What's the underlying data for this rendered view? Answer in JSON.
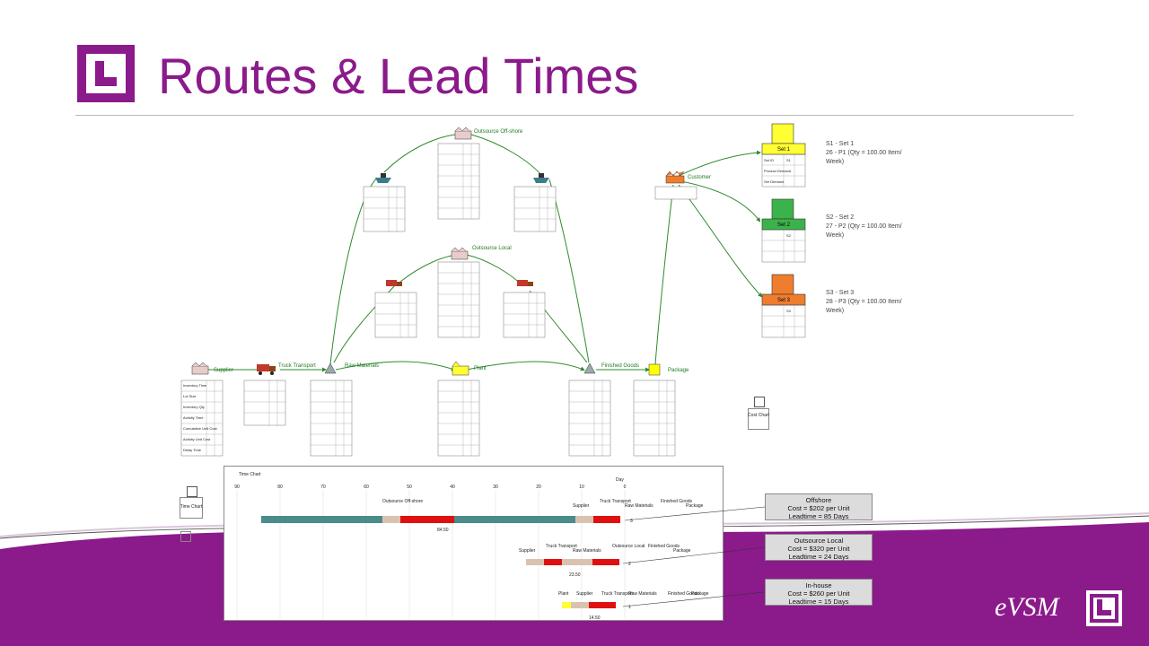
{
  "slide": {
    "title": "Routes & Lead Times",
    "brand": "eVSM"
  },
  "colors": {
    "accent_purple": "#8b1a8b",
    "flow_green": "#2e8b2e",
    "bar_teal": "#4a8c8c",
    "bar_red": "#e01010",
    "bar_tan": "#d9c3b0",
    "set1_yellow": "#ffff33",
    "set2_green": "#3cb34a",
    "set3_orange": "#ef7d2e"
  },
  "nodes": {
    "supplier": "Supplier",
    "truck_transport": "Truck Transport",
    "raw_materials": "Raw Materials",
    "plant": "Plant",
    "finished_goods": "Finished Goods",
    "package": "Package",
    "outsource_offshore": "Outsource Off-shore",
    "outsource_local": "Outsource Local",
    "customer": "Customer",
    "cost_chart": "Cost Chart",
    "time_chart_icon": "Time Chart"
  },
  "row_labels": {
    "inventory_time": "Inventory Time",
    "lot_size": "Lot Size",
    "inventory_qty": "Inventory Qty",
    "activity_time": "Activity Time",
    "cumulative_unit_cost": "Cumulative Unit Cost",
    "activity_unit_cost": "Activity Unit Cost",
    "delay_time": "Delay Time",
    "set_id": "Set ID",
    "product_demand": "Product Demand",
    "set_demand": "Set Demand"
  },
  "sets": [
    {
      "name": "Set 1",
      "id": "S1",
      "note_line1": "S1 - Set 1",
      "note_line2": "26 - P1 (Qty = 100.00 Item/",
      "note_line3": "Week)"
    },
    {
      "name": "Set 2",
      "id": "S2",
      "note_line1": "S2 - Set 2",
      "note_line2": "27 - P2 (Qty = 100.00 Item/",
      "note_line3": "Week)"
    },
    {
      "name": "Set 3",
      "id": "S3",
      "note_line1": "S3 - Set 3",
      "note_line2": "28 - P3 (Qty = 100.00 Item/",
      "note_line3": "Week)"
    }
  ],
  "callouts": [
    {
      "route": "Offshore",
      "cost": "Cost = $202 per Unit",
      "leadtime": "Leadtime = 85 Days"
    },
    {
      "route": "Outsource Local",
      "cost": "Cost = $320 per Unit",
      "leadtime": "Leadtime = 24 Days"
    },
    {
      "route": "In-house",
      "cost": "Cost = $260 per Unit",
      "leadtime": "Leadtime = 15 Days"
    }
  ],
  "time_chart": {
    "title": "Time Chart",
    "axis_label": "Day",
    "ticks": [
      "90",
      "80",
      "70",
      "60",
      "50",
      "40",
      "30",
      "20",
      "10",
      "0"
    ],
    "route1": {
      "number": "3",
      "labels": [
        "Outsource Off-shore",
        "Supplier",
        "Truck Transport",
        "Raw Materials",
        "Finished Goods",
        "Package"
      ],
      "mid_value": "84.50"
    },
    "route2": {
      "number": "2",
      "labels": [
        "Supplier",
        "Truck Transport",
        "Raw Materials",
        "Outsource Local",
        "Finished Goods",
        "Package"
      ],
      "mid_value": "23.50"
    },
    "route3": {
      "number": "1",
      "labels": [
        "Plant",
        "Supplier",
        "Truck Transport",
        "Raw Materials",
        "Finished Goods",
        "Package"
      ],
      "mid_value": "14.50"
    }
  }
}
